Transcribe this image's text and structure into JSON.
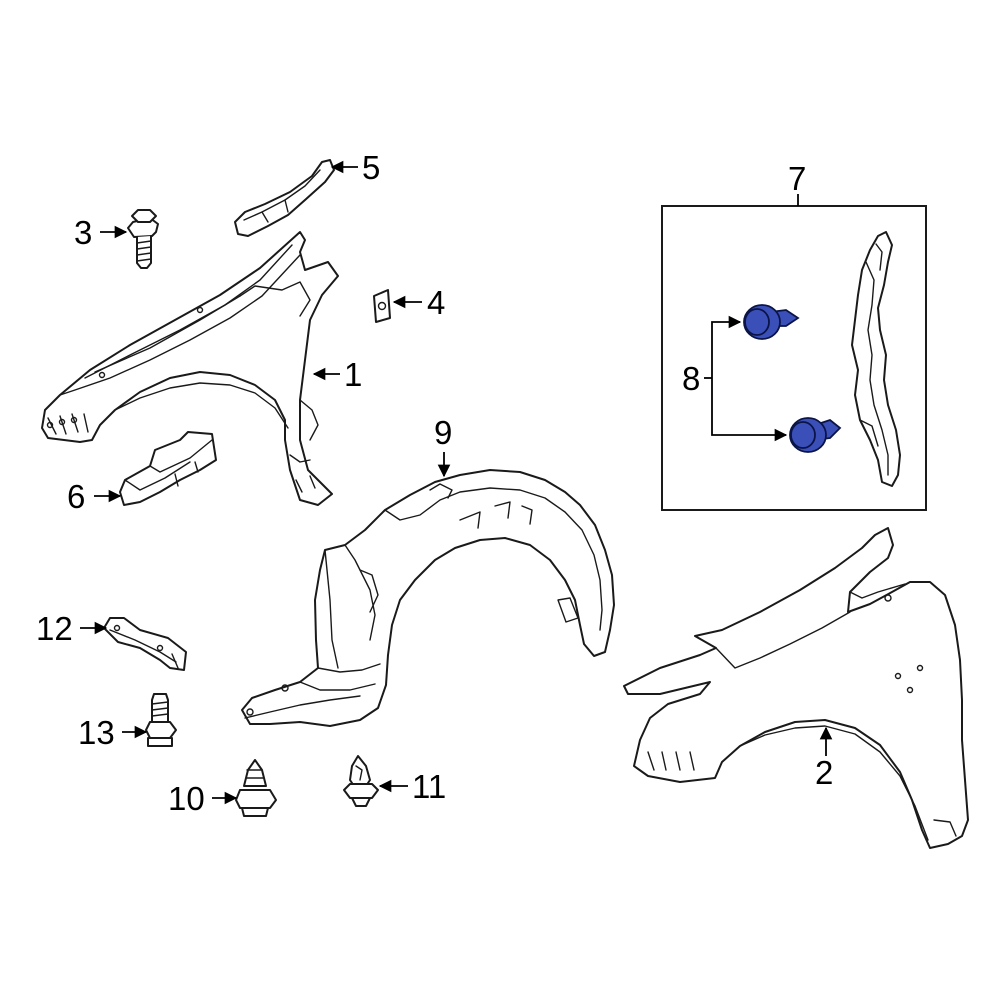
{
  "diagram": {
    "highlight_color": "#3b4fb8",
    "line_color": "#1a1a1a",
    "callouts": {
      "c1": "1",
      "c2": "2",
      "c3": "3",
      "c4": "4",
      "c5": "5",
      "c6": "6",
      "c7": "7",
      "c8": "8",
      "c9": "9",
      "c10": "10",
      "c11": "11",
      "c12": "12",
      "c13": "13"
    }
  }
}
